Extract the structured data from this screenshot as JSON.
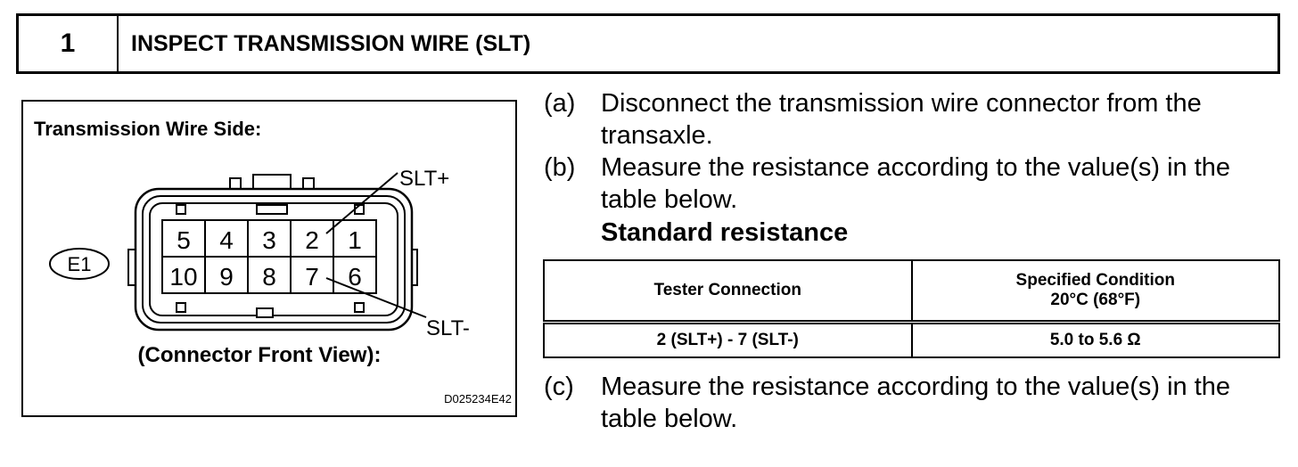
{
  "header": {
    "number": "1",
    "title": "INSPECT TRANSMISSION WIRE (SLT)"
  },
  "figure": {
    "side_title": "Transmission Wire Side:",
    "connector_id": "E1",
    "pins_top": [
      "5",
      "4",
      "3",
      "2",
      "1"
    ],
    "pins_bottom": [
      "10",
      "9",
      "8",
      "7",
      "6"
    ],
    "label_plus": "SLT+",
    "label_minus": "SLT-",
    "view_caption": "(Connector Front View):",
    "figure_code": "D025234E42"
  },
  "steps": [
    {
      "label": "(a)",
      "text": "Disconnect the transmission wire connector from the transaxle."
    },
    {
      "label": "(b)",
      "text": "Measure the resistance according to the value(s) in the table below."
    }
  ],
  "standard_label": "Standard resistance",
  "table": {
    "col1_header": "Tester Connection",
    "col2_header_line1": "Specified Condition",
    "col2_header_line2": "20°C (68°F)",
    "row_connection": "2 (SLT+) - 7 (SLT-)",
    "row_condition": "5.0 to 5.6 Ω"
  },
  "step_c": {
    "label": "(c)",
    "text": "Measure the resistance according to the value(s) in the table below."
  }
}
